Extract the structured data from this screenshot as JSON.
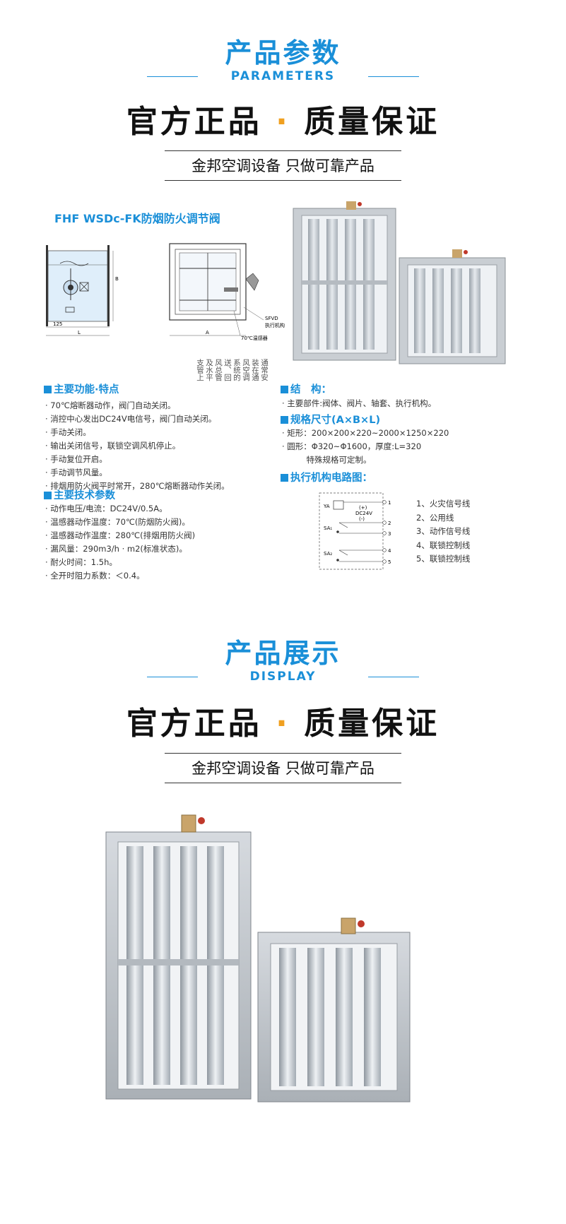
{
  "section1": {
    "title": "产品参数",
    "subtitle": "PARAMETERS",
    "slogan_left": "官方正品",
    "slogan_dot": "·",
    "slogan_right": "质量保证",
    "tagline": "金邦空调设备 只做可靠产品"
  },
  "product": {
    "name": "FHF WSDc-FK防烟防火调节阀",
    "diagram": {
      "dim_125": "125",
      "dim_L": "L",
      "dim_B": "B",
      "dim_A": "A",
      "label_sfvd": "SFVD",
      "label_actuator": "执行机构",
      "label_sensor": "70℃温感器"
    },
    "vertical_note": "通常安装在通风空调系统的送、回风总管及水平支管上"
  },
  "features": {
    "heading": "主要功能·特点",
    "items": [
      "· 70℃熔断器动作，阀门自动关闭。",
      "· 消控中心发出DC24V电信号，阀门自动关闭。",
      "· 手动关闭。",
      "· 输出关闭信号，联锁空调风机停止。",
      "· 手动复位开启。",
      "· 手动调节风量。",
      "· 排烟用防火阀平时常开，280℃熔断器动作关闭。"
    ]
  },
  "tech": {
    "heading": "主要技术参数",
    "items": [
      "· 动作电压/电流：DC24V/0.5A。",
      "· 温感器动作温度：70℃(防烟防火阀)。",
      "· 温感器动作温度：280℃(排烟用防火阀)",
      "· 漏风量：290m3/h · m2(标准状态)。",
      "· 耐火时间：1.5h。",
      "· 全开时阻力系数：＜0.4。"
    ]
  },
  "structure": {
    "heading": "结　构：",
    "items": [
      "· 主要部件:阀体、阀片、轴套、执行机构。"
    ]
  },
  "size": {
    "heading": "规格尺寸(A×B×L)",
    "items": [
      "· 矩形：200×200×220~2000×1250×220",
      "· 圆形：Φ320~Φ1600，厚度:L=320",
      "　　　特殊规格可定制。"
    ]
  },
  "circuit": {
    "heading": "执行机构电路图：",
    "labels": {
      "ya": "YA",
      "sa1": "SA₁",
      "sa2": "SA₂",
      "dc": "DC24V",
      "plus": "(+)",
      "minus": "(-)"
    },
    "terminals": [
      "1",
      "2",
      "3",
      "4",
      "5"
    ],
    "legend": [
      "1、火灾信号线",
      "2、公用线",
      "3、动作信号线",
      "4、联锁控制线",
      "5、联锁控制线"
    ]
  },
  "section2": {
    "title": "产品展示",
    "subtitle": "DISPLAY",
    "slogan_left": "官方正品",
    "slogan_dot": "·",
    "slogan_right": "质量保证",
    "tagline": "金邦空调设备 只做可靠产品"
  }
}
